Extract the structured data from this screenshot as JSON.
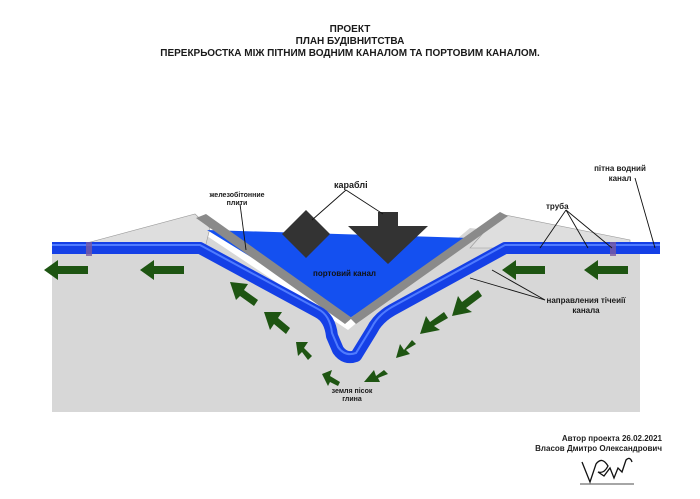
{
  "title": {
    "line1": "ПРОЕКТ",
    "line2": "ПЛАН БУДІВНИТСТВА",
    "line3": "ПЕРЕКРЬОСТКА МІЖ ПІТНИМ ВОДНИМ КАНАЛОМ ТА ПОРТОВИМ КАНАЛОМ."
  },
  "labels": {
    "ships": "караблі",
    "concrete": "железобітонние плити",
    "port_canal": "портовий канал",
    "water_canal": "пітна водний канал",
    "pipe": "труба",
    "flow": "направления тічеиії канала",
    "soil": "земля пісок глина"
  },
  "author": {
    "line1": "Автор проекта 26.02.2021",
    "line2": "Власов Дмитро Олександрович"
  },
  "colors": {
    "ground": "#d7d7d7",
    "pipe": "#1540e6",
    "water": "#1450f0",
    "arrows": "#1e5512",
    "ships": "#333333"
  }
}
